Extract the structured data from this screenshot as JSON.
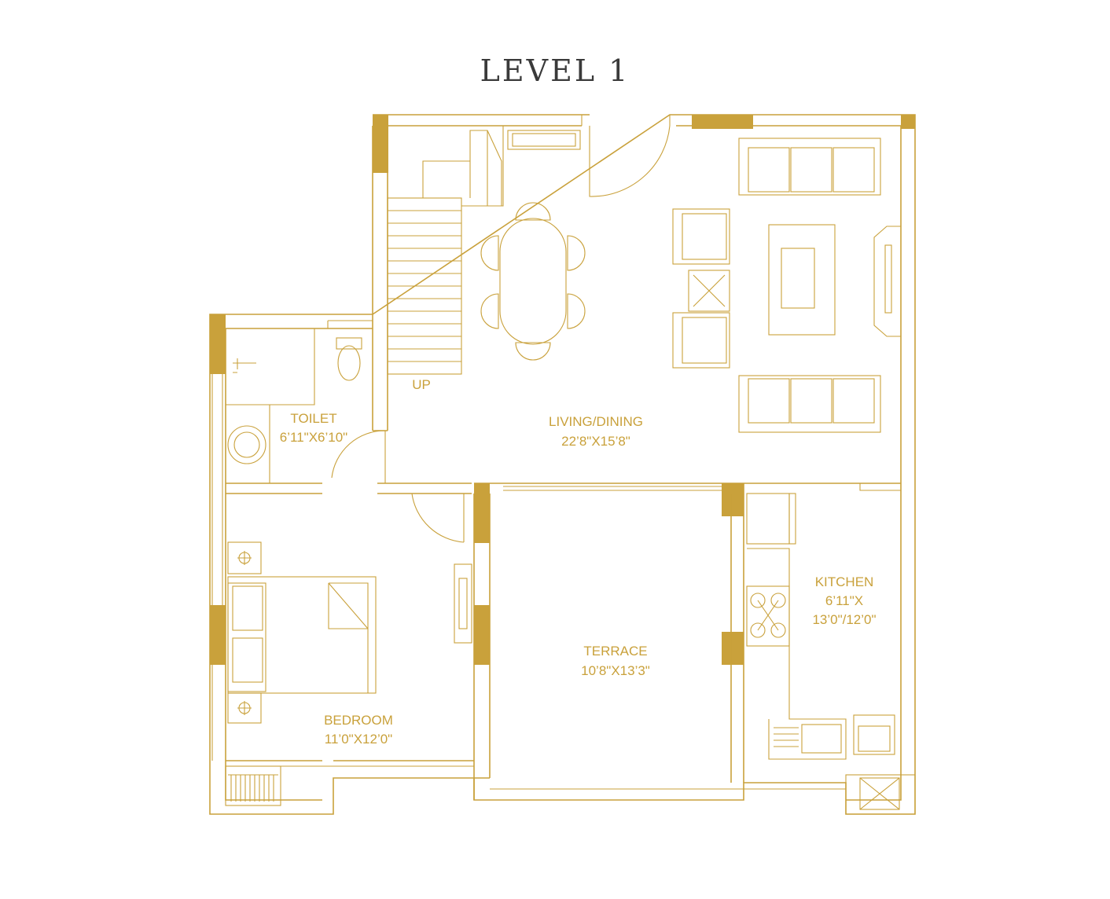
{
  "title": "LEVEL 1",
  "colors": {
    "line": "#c9a13b",
    "title": "#3a3a3a",
    "background": "#ffffff"
  },
  "rooms": {
    "living": {
      "name": "LIVING/DINING",
      "size": "22’8\"X15’8\""
    },
    "toilet": {
      "name": "TOILET",
      "size": "6’11\"X6’10\""
    },
    "bedroom": {
      "name": "BEDROOM",
      "size": "11’0\"X12’0\""
    },
    "terrace": {
      "name": "TERRACE",
      "size": "10’8\"X13’3\""
    },
    "kitchen": {
      "name": "KITCHEN",
      "size_line1": "6’11\"X",
      "size_line2": "13’0\"/12’0\""
    }
  },
  "stairs": {
    "label": "UP"
  }
}
